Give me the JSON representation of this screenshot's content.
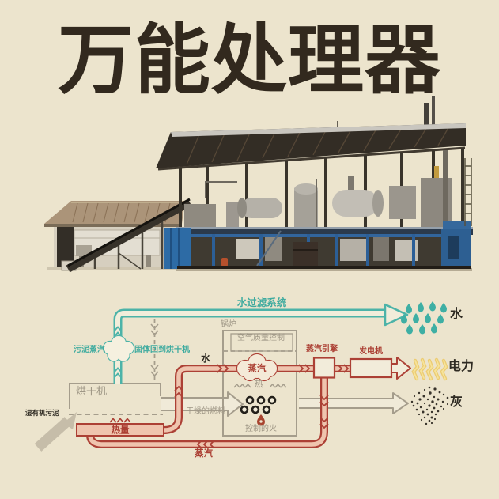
{
  "title": "万能处理器",
  "colors": {
    "background": "#ece4cd",
    "title_text": "#32291e",
    "teal": "#4cb3a8",
    "red": "#ac4035",
    "pipe_fill": "#efc4ae",
    "gray_line": "#a59d8c",
    "black_text": "#2e2a22",
    "electricity_yellow": "#edc75d",
    "ash_dot": "#38332b",
    "water_drop": "#3eafa4"
  },
  "diagram": {
    "labels": {
      "water_filter_system": "水过滤系统",
      "sludge_steam": "污泥蒸汽",
      "solids_return": "固体回到烘干机",
      "boiler": "锅炉",
      "air_quality_control": "空气质量控制",
      "water_in": "水",
      "steam_cloud": "蒸汽",
      "steam_engine": "蒸汽引擎",
      "generator": "发电机",
      "water_out": "水",
      "electricity": "电力",
      "ash": "灰",
      "dryer": "烘干机",
      "heat_char": "热",
      "dried_fuel": "干燥的燃料",
      "controlled_fire": "控制的火",
      "wet_sludge": "湿有机污泥",
      "heat_box": "热量",
      "steam_bottom": "蒸汽"
    },
    "flows": [
      {
        "from": "湿有机污泥",
        "to": "烘干机",
        "label": ""
      },
      {
        "from": "烘干机",
        "to": "水过滤系统",
        "label": "污泥蒸汽"
      },
      {
        "from": "水过滤系统",
        "to": "烘干机",
        "label": "固体回到烘干机"
      },
      {
        "from": "水过滤系统",
        "to": "水",
        "label": ""
      },
      {
        "from": "烘干机",
        "to": "锅炉",
        "label": "干燥的燃料"
      },
      {
        "from": "锅炉",
        "to": "蒸汽引擎",
        "label": "蒸汽"
      },
      {
        "from": "蒸汽引擎",
        "to": "发电机",
        "label": ""
      },
      {
        "from": "发电机",
        "to": "电力",
        "label": ""
      },
      {
        "from": "锅炉",
        "to": "灰",
        "label": ""
      },
      {
        "from": "蒸汽引擎",
        "to": "热量",
        "label": "蒸汽"
      },
      {
        "from": "热量",
        "to": "锅炉",
        "label": "水"
      }
    ]
  }
}
